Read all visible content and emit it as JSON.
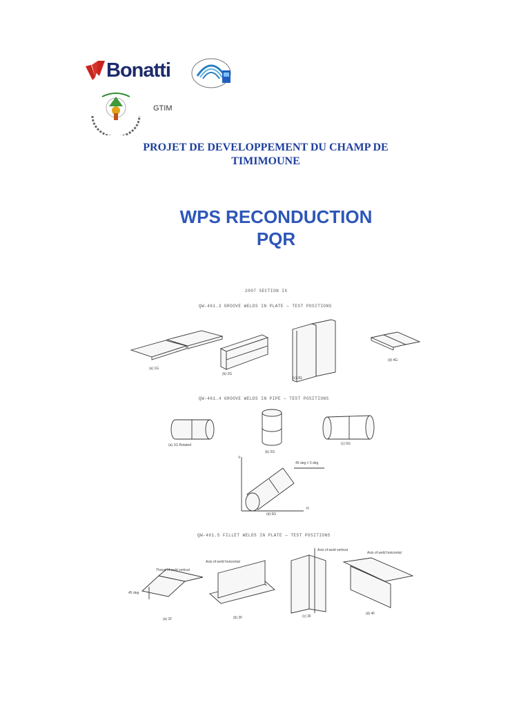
{
  "logos": {
    "bonatti": "Bonatti",
    "gtim": "GTIM"
  },
  "title": {
    "project_line1": "PROJET  DE DEVELOPPEMENT DU CHAMP DE",
    "project_line2": "TIMIMOUNE",
    "main_line1": "WPS  RECONDUCTION",
    "main_line2": "PQR"
  },
  "figure": {
    "section_header": "2007 SECTION IX",
    "groove_plate": {
      "caption": "QW-461.3   GROOVE WELDS IN PLATE — TEST POSITIONS",
      "labels": [
        "(a) 1G",
        "(b) 2G",
        "(c) 3G",
        "(d) 4G"
      ]
    },
    "groove_pipe": {
      "caption": "QW-461.4   GROOVE WELDS IN PIPE — TEST POSITIONS",
      "labels": [
        "(a) 1G Rotated",
        "(b) 2G",
        "(c) 5G",
        "(d) 6G"
      ],
      "annotation": "45 deg ± 5 deg",
      "axis_v": "V",
      "axis_h": "H"
    },
    "fillet_plate": {
      "caption": "QW-461.5   FILLET WELDS IN PLATE — TEST POSITIONS",
      "labels": [
        "(a) 1F",
        "(b) 2F",
        "(c) 3F",
        "(d) 4F"
      ],
      "note_throat": "Throat of weld vertical",
      "note_axis_horizontal_b": "Axis of weld horizontal",
      "note_axis_vertical": "Axis of weld vertical",
      "note_axis_horizontal_d": "Axis of weld horizontal",
      "angle": "45 deg"
    }
  }
}
